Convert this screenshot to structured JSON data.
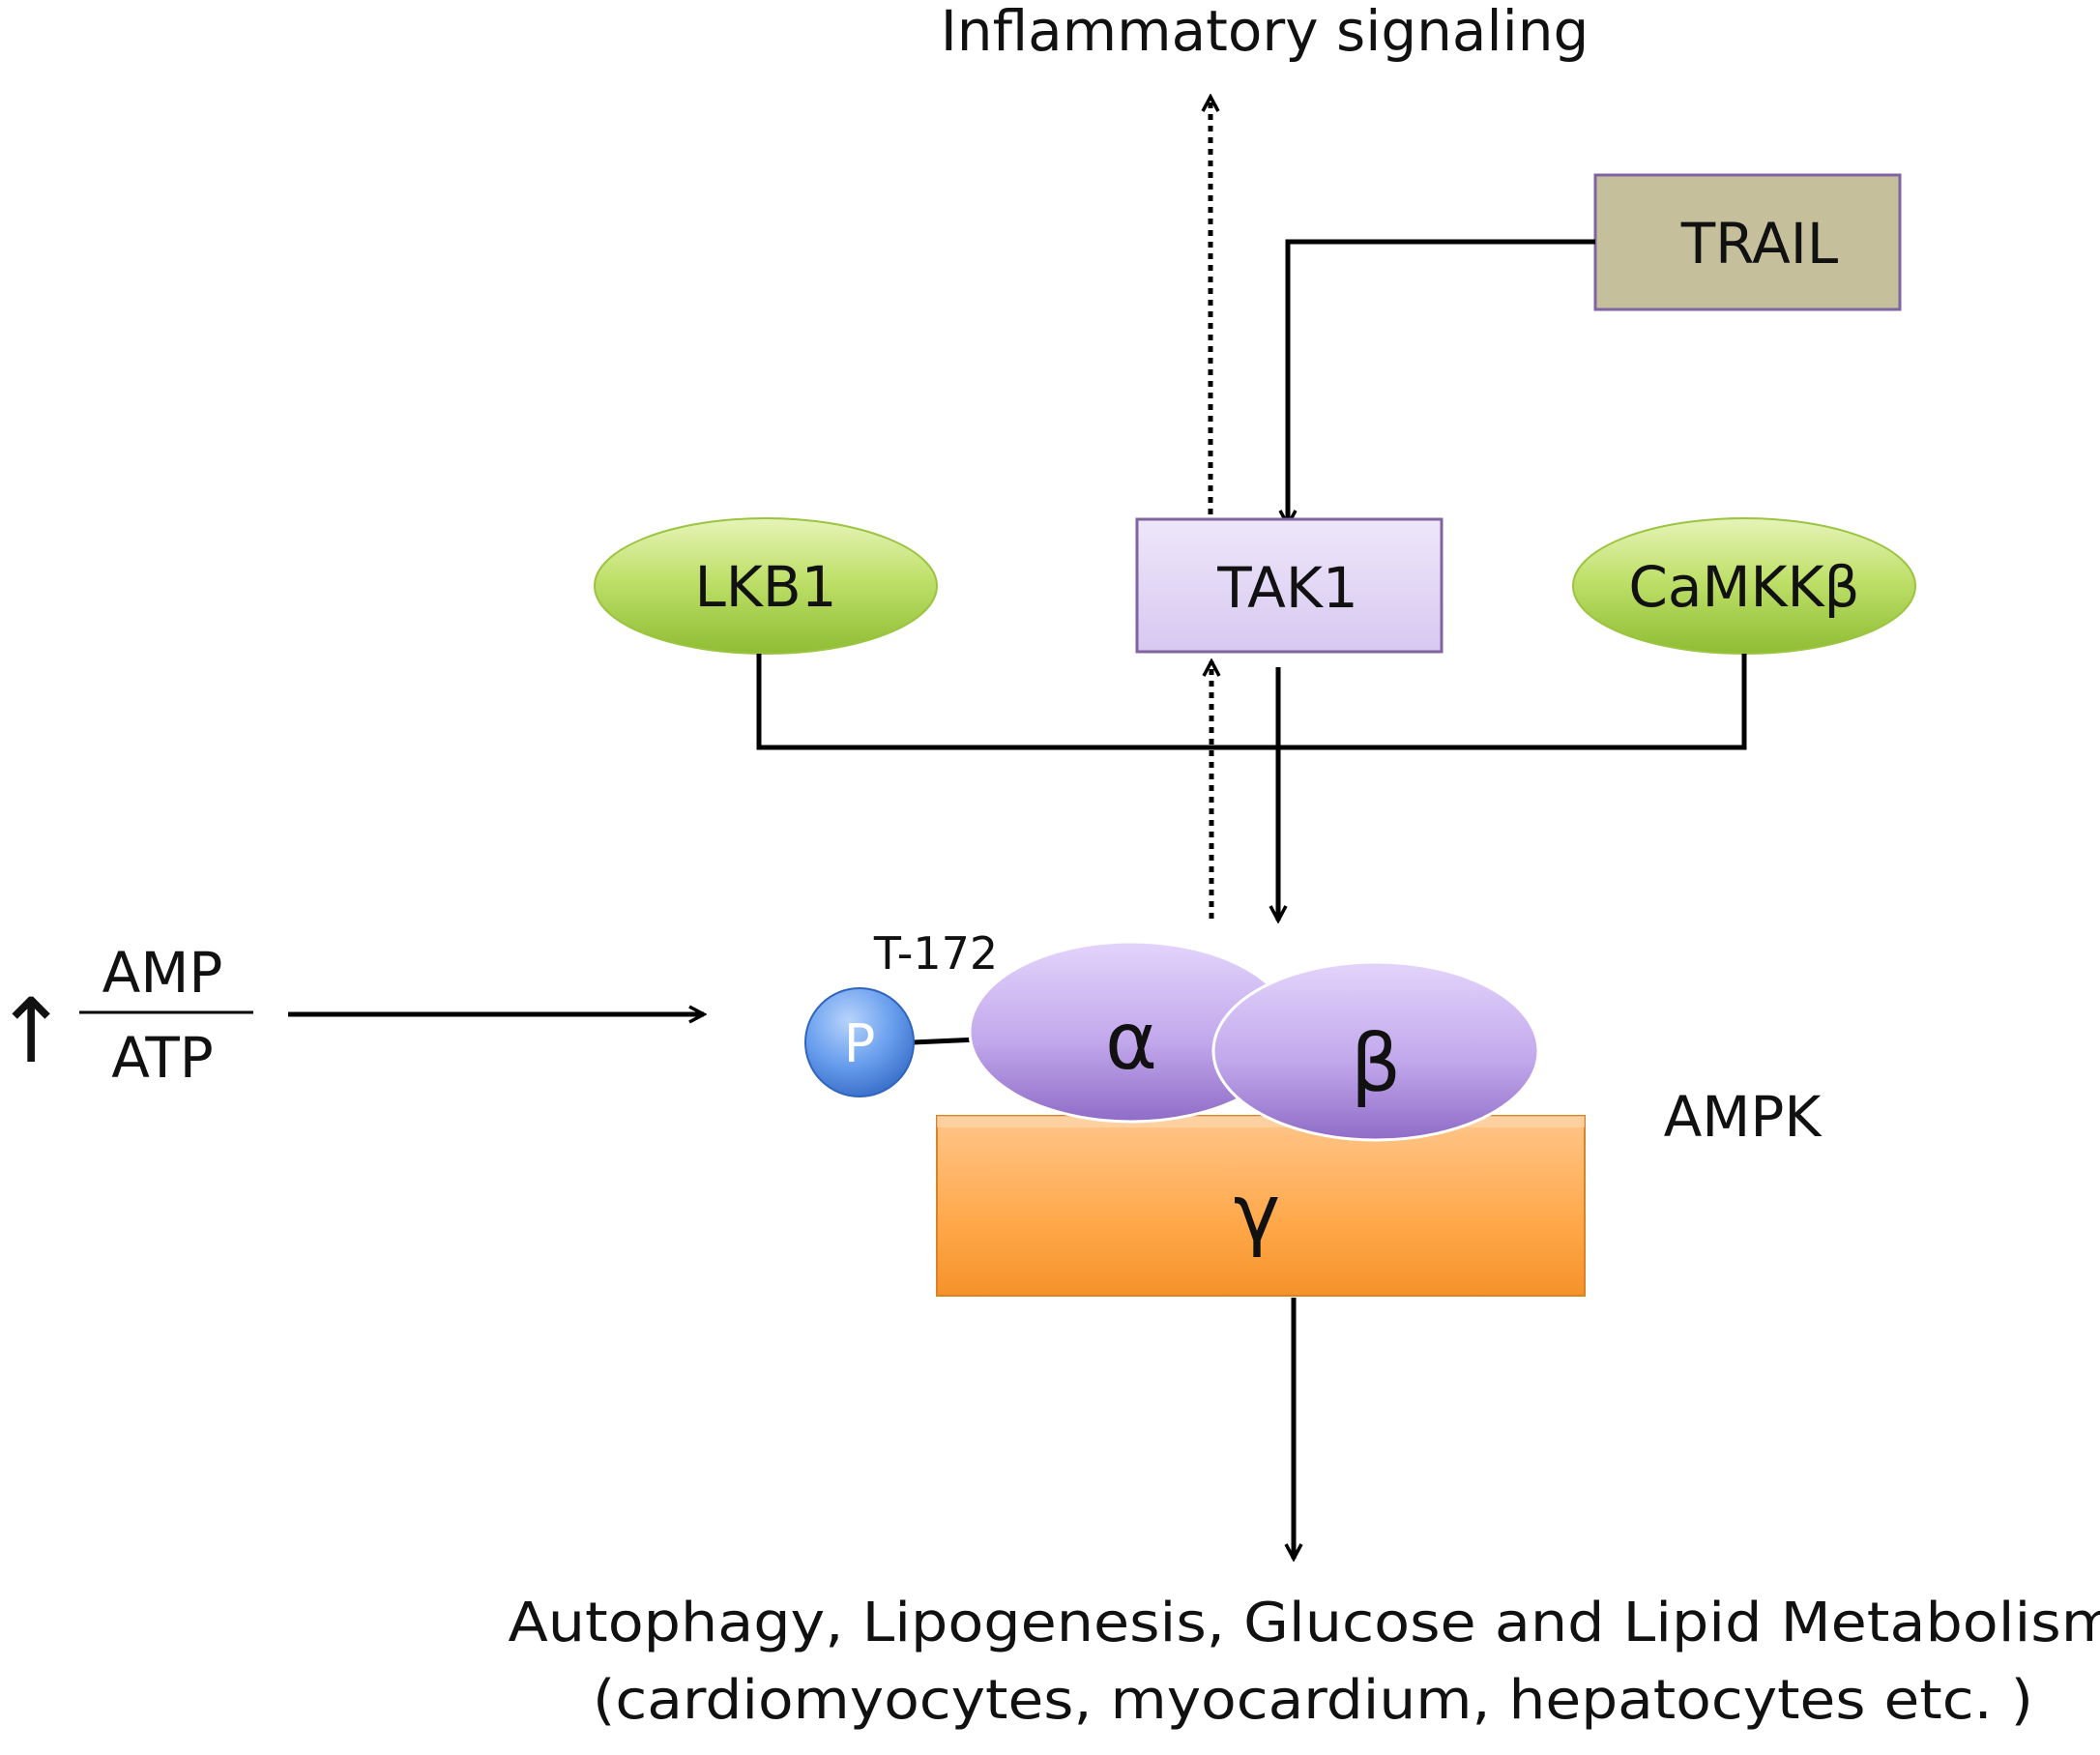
{
  "diagram": {
    "top_label": "Inflammatory signaling",
    "nodes": {
      "trail": "TRAIL",
      "tak1": "TAK1",
      "lkb1": "LKB1",
      "camkkb": "CaMKKβ"
    },
    "ratio": {
      "arrow": "↑",
      "numerator": "AMP",
      "denominator": "ATP"
    },
    "ampk": {
      "site_label": "T-172",
      "phospho": "P",
      "alpha": "α",
      "beta": "β",
      "gamma": "γ",
      "name": "AMPK"
    },
    "outcome": {
      "line1": "Autophagy, Lipogenesis, Glucose and Lipid Metabolism",
      "line2": "(cardiomyocytes, myocardium, hepatocytes etc. )"
    },
    "colors": {
      "trail_fill": "#c6bf9c",
      "trail_stroke": "#8064a2",
      "tak1_fill": "#e1d6f3",
      "tak1_stroke": "#8064a2",
      "ellipse_green": "#a9d34d",
      "subunit_purple": "#b79ee0",
      "gamma_orange": "#ffa53c",
      "phospho_blue": "#4f86d9"
    }
  }
}
